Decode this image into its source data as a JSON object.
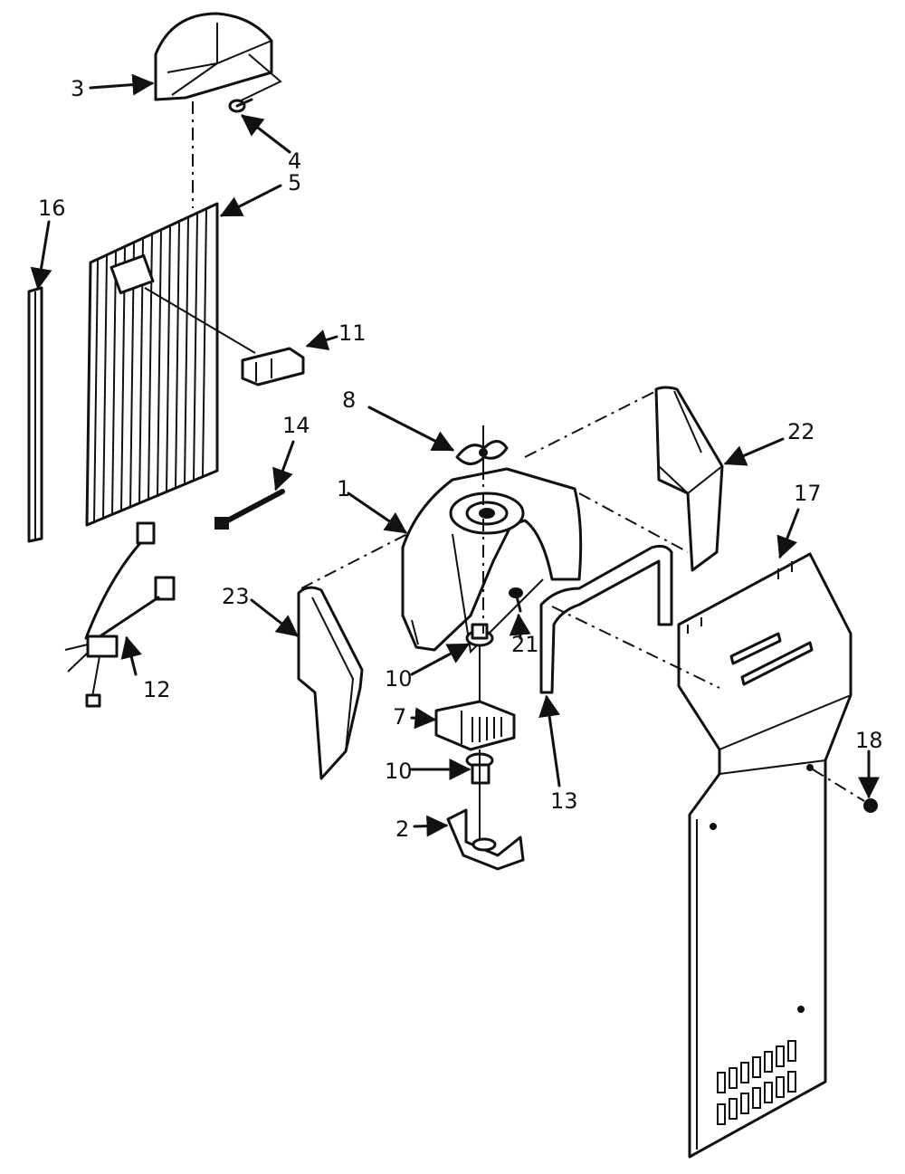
{
  "labels": {
    "l1": "1",
    "l2": "2",
    "l3": "3",
    "l4": "4",
    "l5": "5",
    "l7": "7",
    "l8": "8",
    "l10a": "10",
    "l10b": "10",
    "l11": "11",
    "l12": "12",
    "l13": "13",
    "l14": "14",
    "l16": "16",
    "l17": "17",
    "l18": "18",
    "l21": "21",
    "l22": "22",
    "l23": "23"
  },
  "colors": {
    "ink": "#111111",
    "paper": "#ffffff"
  }
}
